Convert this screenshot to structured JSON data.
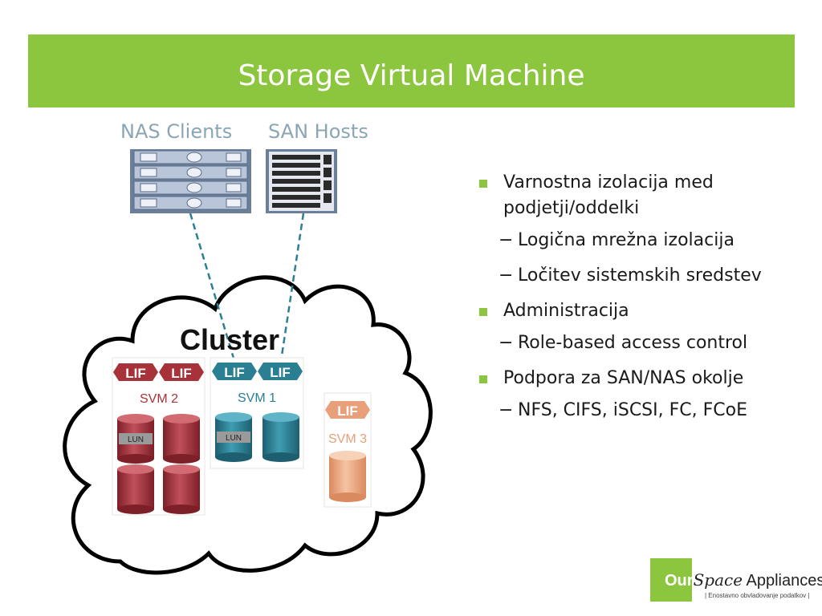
{
  "slide": {
    "title": "Storage Virtual Machine"
  },
  "diagram": {
    "nas_clients_label": "NAS Clients",
    "san_hosts_label": "SAN Hosts",
    "cluster_label": "Cluster",
    "svms": [
      {
        "name": "SVM 2",
        "lifs": [
          "LIF",
          "LIF"
        ],
        "color": "#a8323a",
        "lun_label": "LUN"
      },
      {
        "name": "SVM 1",
        "lifs": [
          "LIF",
          "LIF"
        ],
        "color": "#2a7f93",
        "lun_label": "LUN"
      },
      {
        "name": "SVM 3",
        "lifs": [
          "LIF"
        ],
        "color": "#e8a07a"
      }
    ]
  },
  "bullets": [
    {
      "text": "Varnostna izolacija med podjetji/oddelki",
      "sub": [
        "Logična mrežna izolacija",
        "Ločitev sistemskih sredstev"
      ]
    },
    {
      "text": "Administracija",
      "sub": [
        "Role-based access control"
      ]
    },
    {
      "text": "Podpora za SAN/NAS okolje",
      "sub": [
        "NFS, CIFS, iSCSI, FC, FCoE"
      ]
    }
  ],
  "logo": {
    "our": "Our",
    "space": "Space",
    "appliances": "Appliances",
    "tagline": "| Enostavno obvladovanje podatkov |"
  },
  "colors": {
    "accent_green": "#8cc63f",
    "svm2_red": "#a8323a",
    "svm1_teal": "#2a7f93",
    "svm3_peach": "#e8a07a"
  }
}
